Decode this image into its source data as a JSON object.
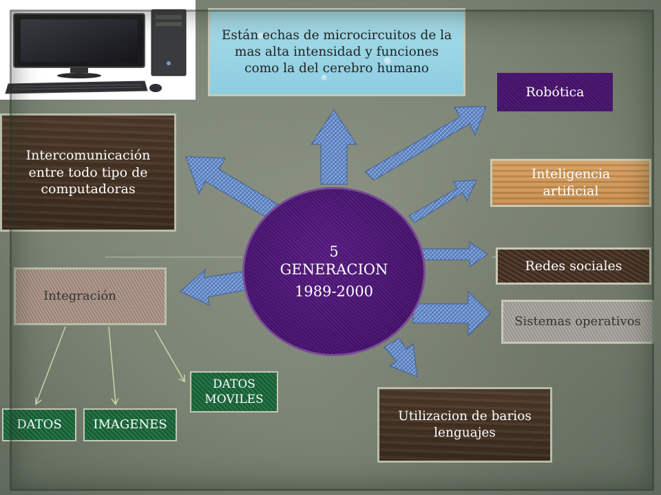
{
  "center": {
    "number": "5",
    "title": "GENERACION",
    "years": "1989-2000"
  },
  "top_box": "Están echas de microcircuitos de la mas alta intensidad y funciones como la del cerebro humano",
  "left_box": "Intercomunicación entre todo tipo de computadoras",
  "integration_box": "Integración",
  "right_boxes": {
    "robotics": "Robótica",
    "ai": "Inteligencia artificial",
    "social": "Redes sociales",
    "os": "Sistemas operativos"
  },
  "bottom_box": "Utilizacion de barios lenguajes",
  "sub_boxes": {
    "datos": "DATOS",
    "imagenes": "IMAGENES",
    "moviles": "DATOS MOVILES"
  },
  "colors": {
    "center_circle": "#4a1470",
    "arrow_fill": "#5f87c4",
    "robotics_box": "#4a1470",
    "sub_box_green": "#1a6b3c",
    "top_box_water": "#8ccde0"
  },
  "icons": {
    "image": "desktop-computer-icon"
  }
}
